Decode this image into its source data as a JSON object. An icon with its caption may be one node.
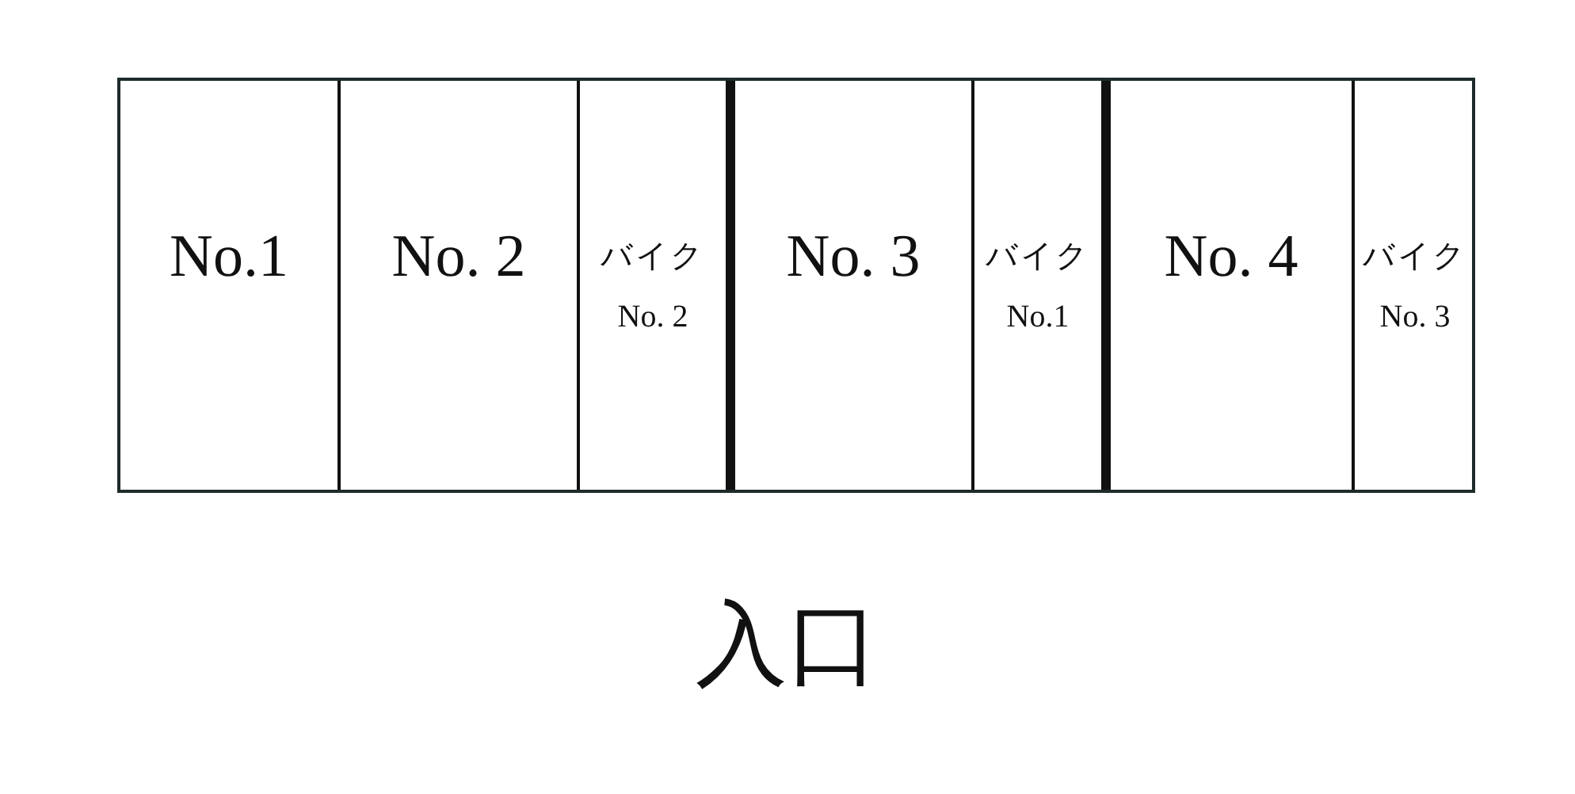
{
  "diagram": {
    "nodes": [
      {
        "text": [],
        "shape": "box"
      },
      {
        "text": [
          "No.1"
        ],
        "in": 0
      },
      {
        "text": [
          "No. 2"
        ],
        "in": 0
      },
      {
        "text": [
          "バイク",
          "No. 2"
        ],
        "in": 0
      },
      {
        "text": [
          "No. 3"
        ],
        "in": 0
      },
      {
        "text": [
          "バイク",
          "No.1"
        ],
        "in": 0
      },
      {
        "text": [
          "No. 4"
        ],
        "in": 0
      },
      {
        "text": [
          "バイク",
          "No. 3"
        ],
        "in": 0
      }
    ],
    "labels": [
      "入口"
    ]
  }
}
